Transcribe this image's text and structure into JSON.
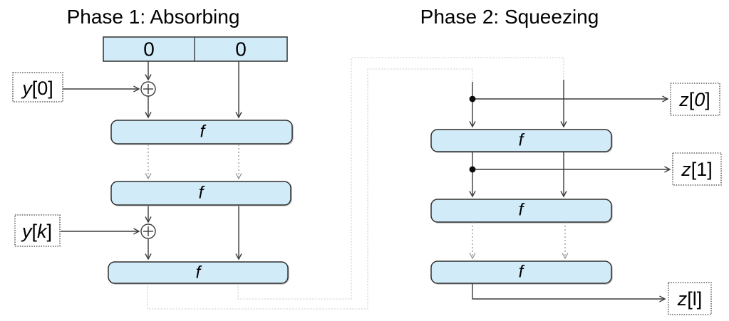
{
  "titles": {
    "phase1": "Phase 1: Absorbing",
    "phase2": "Phase 2: Squeezing"
  },
  "state_register": {
    "cells": [
      "0",
      "0"
    ]
  },
  "f_label": "f",
  "io": {
    "y0": {
      "var": "y",
      "open": "[",
      "index": "0",
      "close": "]"
    },
    "yk": {
      "var": "y",
      "open": "[",
      "index": "k",
      "close": "]"
    },
    "z0": {
      "var": "z",
      "open": "[",
      "index": "0",
      "close": "]"
    },
    "z1": {
      "var": "z",
      "open": "[",
      "index": "1",
      "close": "]"
    },
    "zl": {
      "var": "z",
      "open": "[",
      "index": "l",
      "close": "]"
    }
  },
  "symbols": {
    "xor": "⊕"
  },
  "colors": {
    "box_fill": "#d2ebf8",
    "box_stroke": "#2f2f2f",
    "line": "#3c3c3c",
    "line_gray": "#8f8f8f",
    "line_light": "#c9c9c9"
  }
}
